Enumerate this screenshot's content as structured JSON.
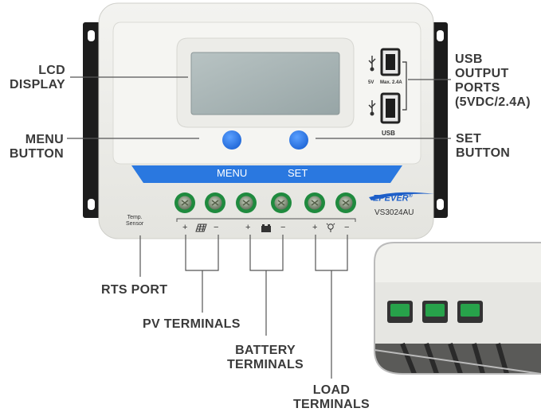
{
  "callouts": {
    "lcd": [
      "LCD",
      "DISPLAY"
    ],
    "menu_btn": [
      "MENU",
      "BUTTON"
    ],
    "usb": [
      "USB",
      "OUTPUT",
      "PORTS",
      "(5VDC/2.4A)"
    ],
    "set_btn": [
      "SET",
      "BUTTON"
    ],
    "rts": "RTS PORT",
    "pv": "PV TERMINALS",
    "battery": [
      "BATTERY",
      "TERMINALS"
    ],
    "load": [
      "LOAD",
      "TERMINALS"
    ]
  },
  "device": {
    "menu_label": "MENU",
    "set_label": "SET",
    "brand": "EPEVER",
    "brand_mark": "®",
    "model": "VS3024AU",
    "usb_voltage": "5V",
    "usb_max": "Max. 2.4A",
    "usb_label": "USB",
    "temp_sensor": [
      "Temp.",
      "Sensor"
    ],
    "polarity": {
      "plus": "+",
      "minus": "−"
    }
  },
  "colors": {
    "body": "#ededea",
    "lcd": "#a8b4b5",
    "accent_blue": "#2f7ee6",
    "band_blue": "#2a78e0",
    "terminal_green": "#1f8a3e",
    "bracket": "#1c1c1c"
  }
}
